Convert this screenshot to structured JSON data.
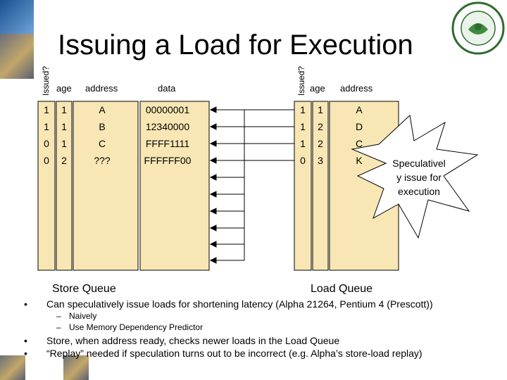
{
  "title": "Issuing a Load for Execution",
  "store_queue": {
    "label": "Store Queue",
    "col_headers": {
      "issued": "Issued?",
      "age": "age",
      "address": "address",
      "data": "data"
    },
    "rows": [
      {
        "issued": "1",
        "age": "1",
        "address": "A",
        "data": "00000001"
      },
      {
        "issued": "1",
        "age": "1",
        "address": "B",
        "data": "12340000"
      },
      {
        "issued": "0",
        "age": "1",
        "address": "C",
        "data": "FFFF1111"
      },
      {
        "issued": "0",
        "age": "2",
        "address": "???",
        "data": "FFFFFF00"
      }
    ]
  },
  "load_queue": {
    "label": "Load Queue",
    "col_headers": {
      "issued": "Issued?",
      "age": "age",
      "address": "address"
    },
    "rows": [
      {
        "issued": "1",
        "age": "1",
        "address": "A"
      },
      {
        "issued": "1",
        "age": "2",
        "address": "D"
      },
      {
        "issued": "1",
        "age": "2",
        "address": "C"
      },
      {
        "issued": "0",
        "age": "3",
        "address": "K"
      }
    ]
  },
  "callout": {
    "lines": [
      "Speculativel",
      "y issue for",
      "execution"
    ]
  },
  "bullets": [
    {
      "marker": "•",
      "text": "Can speculatively issue loads for shortening latency (Alpha 21264, Pentium 4 (Prescott))"
    },
    {
      "marker": "–",
      "text": "Naively"
    },
    {
      "marker": "–",
      "text": "Use Memory Dependency Predictor"
    },
    {
      "marker": "•",
      "text": "Store, when address ready, checks newer loads in the Load Queue"
    },
    {
      "marker": "•",
      "text": "“Replay” needed if speculation turns out to be incorrect (e.g. Alpha’s store-load replay)"
    }
  ],
  "colors": {
    "queue_fill": "#f8e7b4",
    "border": "#000000"
  }
}
